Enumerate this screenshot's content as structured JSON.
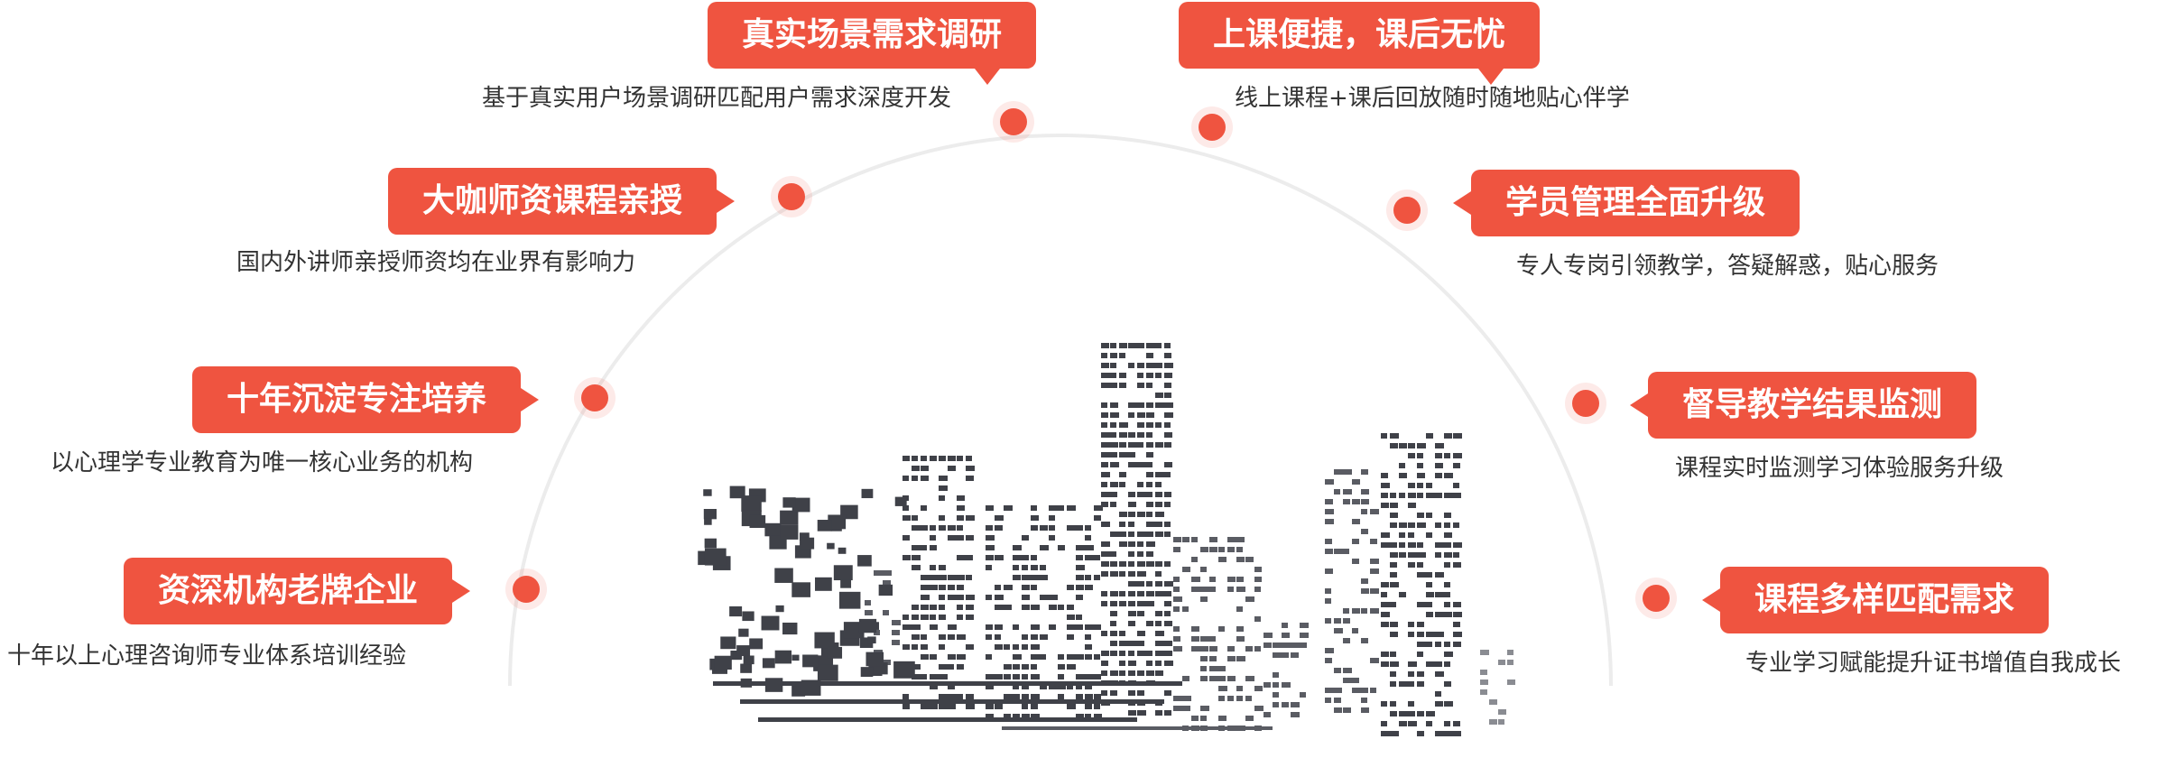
{
  "accent_color": "#ef5440",
  "features": {
    "left": [
      {
        "title": "真实场景需求调研",
        "desc": "基于真实用户场景调研匹配用户需求深度开发"
      },
      {
        "title": "大咖师资课程亲授",
        "desc": "国内外讲师亲授师资均在业界有影响力"
      },
      {
        "title": "十年沉淀专注培养",
        "desc": "以心理学专业教育为唯一核心业务的机构"
      },
      {
        "title": "资深机构老牌企业",
        "desc": "十年以上心理咨询师专业体系培训经验"
      }
    ],
    "right": [
      {
        "title": "上课便捷，课后无忧",
        "desc": "线上课程+课后回放随时随地贴心伴学"
      },
      {
        "title": "学员管理全面升级",
        "desc": "专人专岗引领教学，答疑解惑，贴心服务"
      },
      {
        "title": "督导教学结果监测",
        "desc": "课程实时监测学习体验服务升级"
      },
      {
        "title": "课程多样匹配需求",
        "desc": "专业学习赋能提升证书增值自我成长"
      }
    ]
  }
}
